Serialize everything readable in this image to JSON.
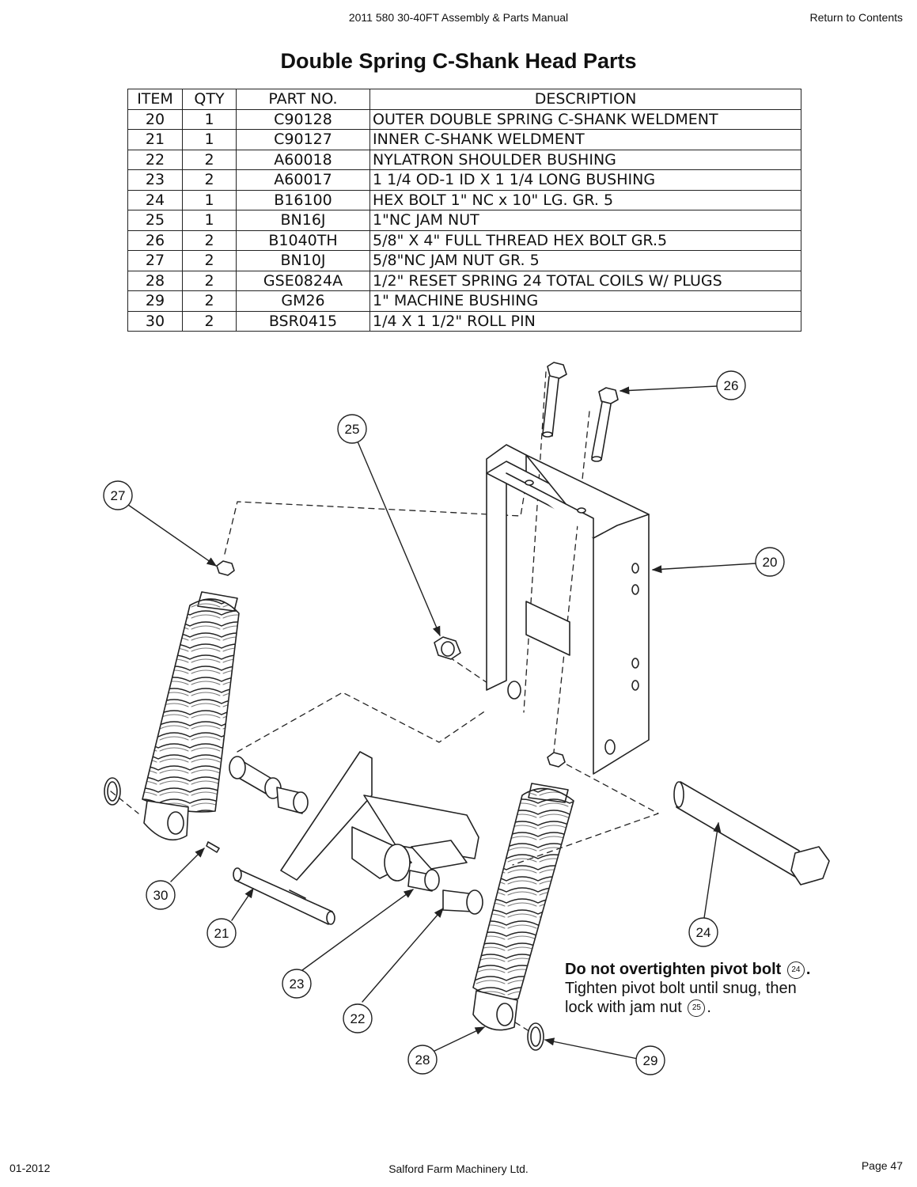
{
  "header": {
    "document_title": "2011 580 30-40FT Assembly & Parts Manual",
    "contents_link": "Return to Contents"
  },
  "page_heading": "Double Spring C-Shank Head Parts",
  "parts_table": {
    "columns": [
      "ITEM",
      "QTY",
      "PART NO.",
      "DESCRIPTION"
    ],
    "rows": [
      [
        "20",
        "1",
        "C90128",
        "OUTER DOUBLE SPRING C-SHANK WELDMENT"
      ],
      [
        "21",
        "1",
        "C90127",
        "INNER C-SHANK WELDMENT"
      ],
      [
        "22",
        "2",
        "A60018",
        "NYLATRON SHOULDER BUSHING"
      ],
      [
        "23",
        "2",
        "A60017",
        "1 1/4 OD-1 ID X 1 1/4 LONG BUSHING"
      ],
      [
        "24",
        "1",
        "B16100",
        "HEX BOLT 1\" NC x 10\" LG. GR. 5"
      ],
      [
        "25",
        "1",
        "BN16J",
        "1\"NC JAM NUT"
      ],
      [
        "26",
        "2",
        "B1040TH",
        "5/8\" X 4\" FULL THREAD HEX BOLT GR.5"
      ],
      [
        "27",
        "2",
        "BN10J",
        "5/8\"NC JAM NUT GR. 5"
      ],
      [
        "28",
        "2",
        "GSE0824A",
        "1/2\" RESET SPRING 24 TOTAL COILS W/ PLUGS"
      ],
      [
        "29",
        "2",
        "GM26",
        "1\" MACHINE BUSHING"
      ],
      [
        "30",
        "2",
        "BSR0415",
        "1/4 X 1 1/2\" ROLL PIN"
      ]
    ]
  },
  "callouts": [
    "26",
    "25",
    "27",
    "20",
    "30",
    "21",
    "23",
    "22",
    "24",
    "28",
    "29"
  ],
  "note": {
    "line1": "Do not overtighten pivot bolt",
    "ref1": "24",
    "line1_end": ".",
    "line2": "Tighten pivot bolt until snug, then",
    "line3": "lock with jam nut",
    "ref2": "25",
    "line3_end": "."
  },
  "footer": {
    "date": "01-2012",
    "company": "Salford Farm Machinery Ltd.",
    "page": "Page 47"
  }
}
